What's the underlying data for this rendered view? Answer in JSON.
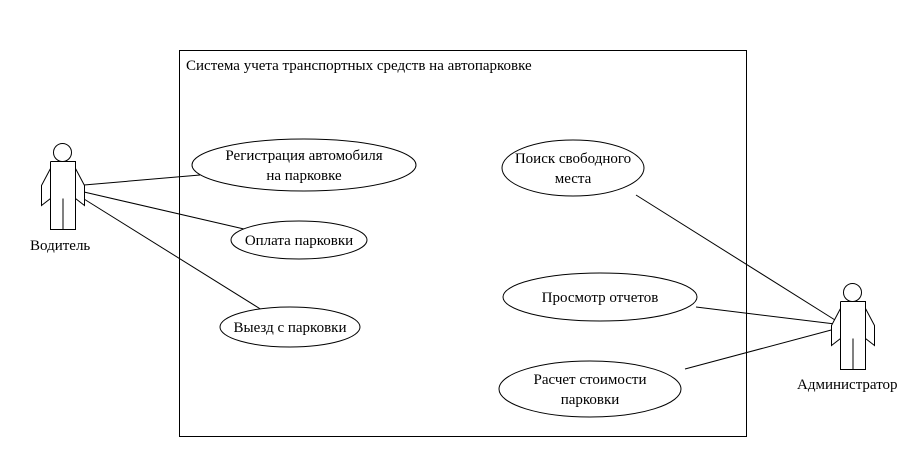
{
  "system": {
    "title": "Система учета транспортных средств на автопарковке"
  },
  "actors": {
    "driver": {
      "label": "Водитель"
    },
    "admin": {
      "label": "Администратор"
    }
  },
  "use_cases": {
    "registration": {
      "line1": "Регистрация автомобиля",
      "line2": "на парковке"
    },
    "payment": {
      "label": "Оплата парковки"
    },
    "exit": {
      "label": "Выезд с парковки"
    },
    "search": {
      "line1": "Поиск свободного",
      "line2": "места"
    },
    "reports": {
      "label": "Просмотр отчетов"
    },
    "cost": {
      "line1": "Расчет стоимости",
      "line2": "парковки"
    }
  },
  "colors": {
    "stroke": "#000000",
    "background": "#ffffff"
  }
}
